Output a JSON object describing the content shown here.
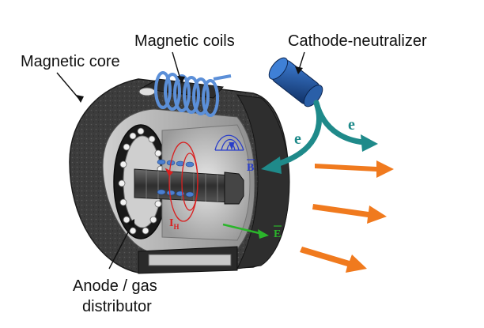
{
  "labels": {
    "magnetic_core": "Magnetic core",
    "magnetic_coils": "Magnetic coils",
    "cathode_neutralizer": "Cathode-neutralizer",
    "anode_line1": "Anode / gas",
    "anode_line2": "distributor"
  },
  "symbols": {
    "electron_1": "e",
    "electron_2": "e",
    "b_field": "B",
    "e_field": "E",
    "hall_current": "I",
    "hall_current_sub": "H"
  },
  "colors": {
    "core_dark": "#3a3a3a",
    "core_light": "#8c8c8c",
    "coil": "#5b8fd8",
    "electron_path": "#1f8a8a",
    "exhaust": "#f07a1e",
    "b_field": "#2a3ec9",
    "hall_current": "#d92020",
    "e_field": "#2bb52b",
    "cathode": "#1e4c8c"
  },
  "icons": {
    "cathode": "cylinder-cathode-icon",
    "exhaust": "arrow-right-icon"
  }
}
